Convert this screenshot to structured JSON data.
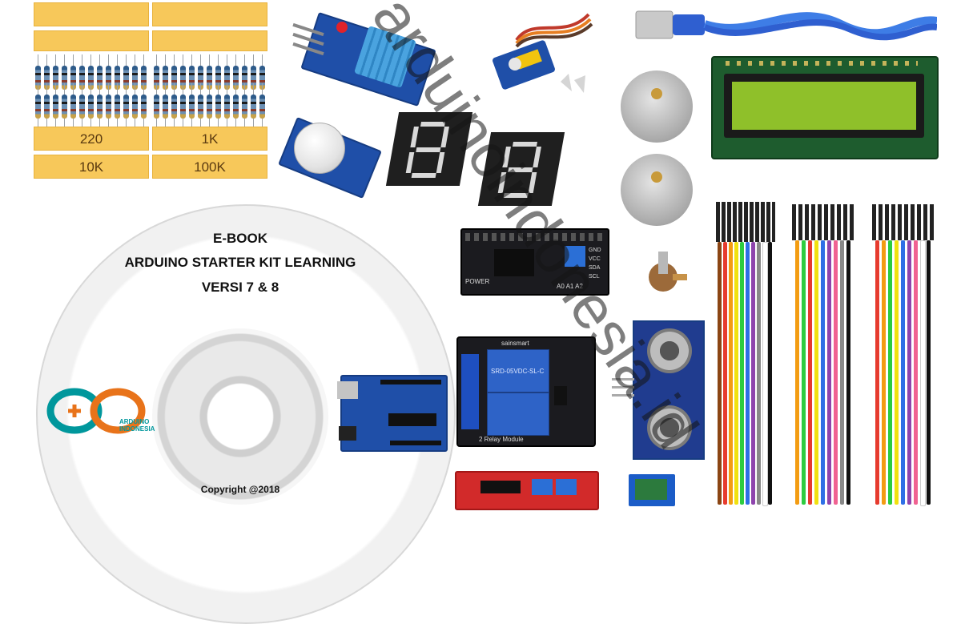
{
  "resistors": {
    "labels": [
      "220",
      "1K",
      "10K",
      "100K"
    ]
  },
  "cd": {
    "line1": "E-BOOK",
    "line2": "ARDUINO STARTER KIT LEARNING",
    "line3": "VERSI 7 & 8",
    "copyright": "Copyright @2018",
    "logo_text": "ARDUINO INDONESIA"
  },
  "i2c_adapter": {
    "pins": [
      "GND",
      "VCC",
      "SDA",
      "SCL"
    ],
    "label": "POWER",
    "addr": "A0 A1 A2"
  },
  "relay": {
    "brand": "sainsmart",
    "name": "2 Relay Module",
    "relay_model": "SRD-05VDC-SL-C"
  },
  "watermark": "arduinoindonesia.id",
  "colors": {
    "resistor_strip": "#f7c85a",
    "lcd_screen": "#8fc02a",
    "arduino_blue": "#1f4fa8"
  }
}
